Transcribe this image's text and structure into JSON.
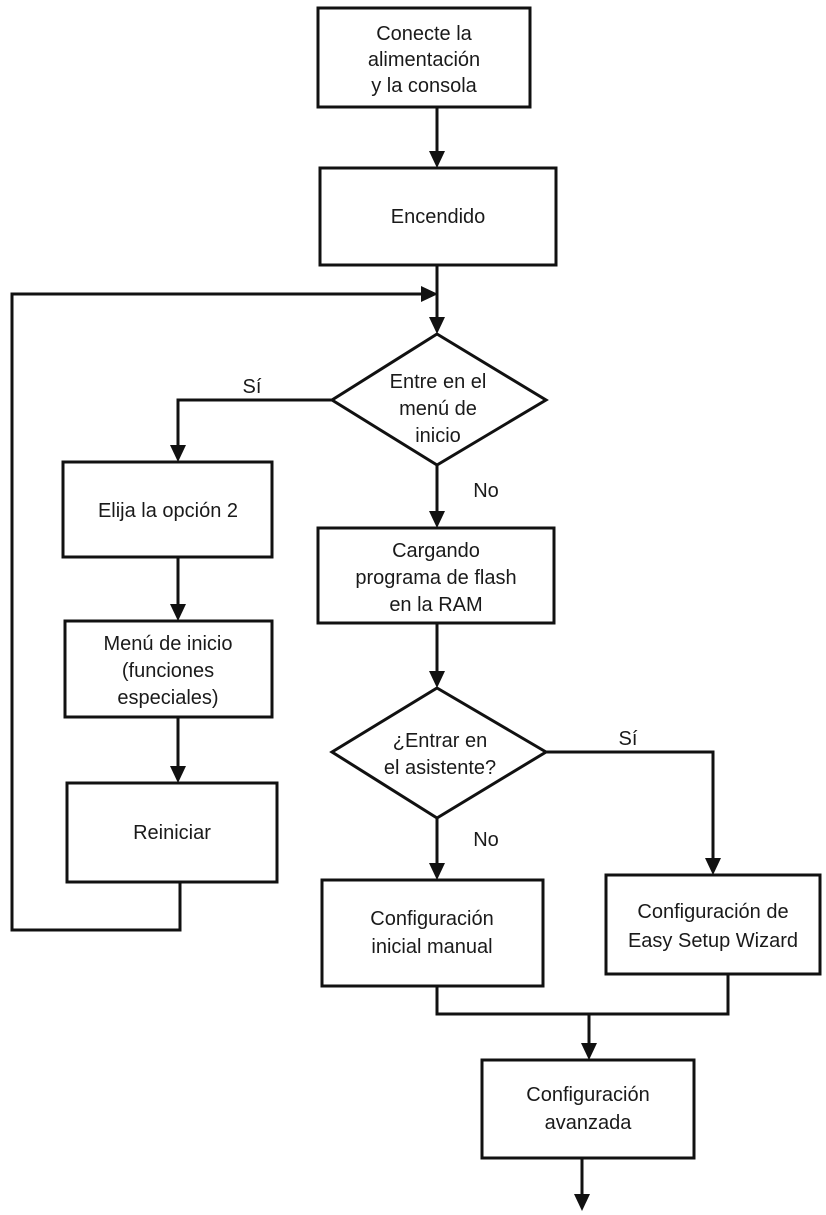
{
  "colors": {
    "stroke": "#111111",
    "text": "#1a1a1a",
    "background": "#ffffff"
  },
  "nodes": {
    "connect": {
      "lines": [
        "Conecte la",
        "alimentación",
        "y la consola"
      ]
    },
    "power_on": {
      "lines": [
        "Encendido"
      ]
    },
    "enter_boot_menu": {
      "lines": [
        "Entre en el",
        "menú de",
        "inicio"
      ]
    },
    "choose_option_2": {
      "lines": [
        "Elija la opción 2"
      ]
    },
    "boot_menu_special": {
      "lines": [
        "Menú de inicio",
        "(funciones",
        "especiales)"
      ]
    },
    "restart": {
      "lines": [
        "Reiniciar"
      ]
    },
    "loading_flash": {
      "lines": [
        "Cargando",
        "programa de flash",
        "en la RAM"
      ]
    },
    "enter_wizard": {
      "lines": [
        "¿Entrar en",
        "el asistente?"
      ]
    },
    "manual_setup": {
      "lines": [
        "Configuración",
        "inicial manual"
      ]
    },
    "wizard_setup": {
      "lines": [
        "Configuración de",
        "Easy Setup Wizard"
      ]
    },
    "advanced_setup": {
      "lines": [
        "Configuración",
        "avanzada"
      ]
    }
  },
  "edge_labels": {
    "boot_yes": "Sí",
    "boot_no": "No",
    "wizard_yes": "Sí",
    "wizard_no": "No"
  }
}
